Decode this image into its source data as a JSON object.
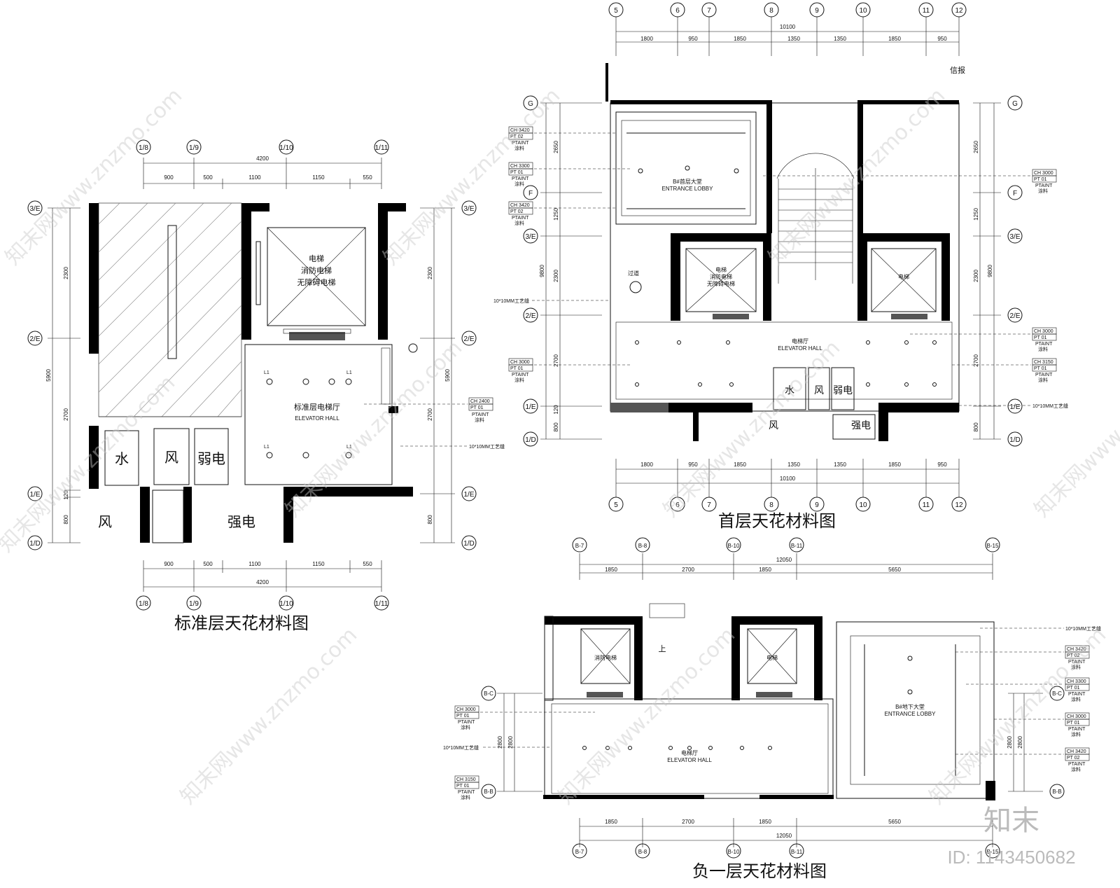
{
  "standard_floor": {
    "title": "标准层天花材料图",
    "grid_top": [
      "1/8",
      "1/9",
      "1/10",
      "1/11"
    ],
    "dims_top": [
      "900",
      "500",
      "1100",
      "1150",
      "550"
    ],
    "dim_total": "4200",
    "grid_side": [
      "3/E",
      "2/E",
      "1/E",
      "1/D"
    ],
    "dims_left": [
      "2300",
      "2700",
      "120",
      "800"
    ],
    "dim_left_total": "5900",
    "elevator_label": [
      "电梯",
      "消防电梯",
      "无障碍电梯"
    ],
    "hall_label": "标准层电梯厅",
    "hall_en": "ELEVATOR HALL",
    "shafts": [
      "水",
      "风",
      "弱电",
      "风",
      "强电"
    ],
    "tag": {
      "ch": "CH 2400",
      "pt": "PT 01",
      "paint": "PTAINT",
      "cn": "涂料"
    },
    "note": "10*10MM工艺缝",
    "lights": [
      "L1",
      "L1",
      "L1",
      "L1"
    ]
  },
  "ground_floor": {
    "title": "首层天花材料图",
    "grid_top": [
      "5",
      "6",
      "7",
      "8",
      "9",
      "10",
      "11",
      "12"
    ],
    "dims_top": [
      "1800",
      "950",
      "1850",
      "1350",
      "1350",
      "1850",
      "950"
    ],
    "dim_total": "10100",
    "grid_side": [
      "G",
      "F",
      "3/E",
      "2/E",
      "1/E",
      "1/D"
    ],
    "dims_left": [
      "2650",
      "1250",
      "2300",
      "2700",
      "120",
      "800"
    ],
    "dim_left_total": "9800",
    "lobby_label": "B#首层大堂",
    "lobby_en": "ENTRANCE LOBBY",
    "hall_label": "电梯厅",
    "hall_en": "ELEVATOR HALL",
    "elev_left": [
      "电梯",
      "消防电梯",
      "无障碍电梯"
    ],
    "elev_right": "电梯",
    "corridor": "过道",
    "shafts": [
      "水",
      "风",
      "弱电",
      "风",
      "强电"
    ],
    "mailbox": "信报",
    "note_left": "10*10MM工艺缝",
    "note_right": "10*10MM工艺缝",
    "tags_left": [
      {
        "ch": "CH 3420",
        "pt": "PT 02",
        "paint": "PTAINT",
        "cn": "涂料"
      },
      {
        "ch": "CH 3300",
        "pt": "PT 01",
        "paint": "PTAINT",
        "cn": "涂料"
      },
      {
        "ch": "CH 3420",
        "pt": "PT 02",
        "paint": "PTAINT",
        "cn": "涂料"
      },
      {
        "ch": "CH 3000",
        "pt": "PT 01",
        "paint": "PTAINT",
        "cn": "涂料"
      }
    ],
    "tags_right": [
      {
        "ch": "CH 3000",
        "pt": "PT 01",
        "paint": "PTAINT",
        "cn": "涂料"
      },
      {
        "ch": "CH 3000",
        "pt": "PT 01",
        "paint": "PTAINT",
        "cn": "涂料"
      },
      {
        "ch": "CH 3150",
        "pt": "PT 01",
        "paint": "PTAINT",
        "cn": "涂料"
      }
    ]
  },
  "basement": {
    "title": "负一层天花材料图",
    "grid_top": [
      "B-7",
      "B-8",
      "B-10",
      "B-11",
      "B-15"
    ],
    "dims_top": [
      "1850",
      "2700",
      "1850",
      "5650"
    ],
    "dim_total": "12050",
    "grid_side": [
      "B-C",
      "B-B"
    ],
    "dim_side": "2800",
    "lobby_label": "B#地下大堂",
    "lobby_en": "ENTRANCE LOBBY",
    "hall_label": "电梯厅",
    "hall_en": "ELEVATOR HALL",
    "elev_left": "消防电梯",
    "elev_right": "电梯",
    "stair_up": "上",
    "note_left": "10*10MM工艺缝",
    "note_right": "10*10MM工艺缝",
    "tags_left": [
      {
        "ch": "CH 3000",
        "pt": "PT 01",
        "paint": "PTAINT",
        "cn": "涂料"
      },
      {
        "ch": "CH 3150",
        "pt": "PT 01",
        "paint": "PTAINT",
        "cn": "涂料"
      }
    ],
    "tags_right": [
      {
        "ch": "CH 3420",
        "pt": "PT 02",
        "paint": "PTAINT",
        "cn": "涂料"
      },
      {
        "ch": "CH 3300",
        "pt": "PT 01",
        "paint": "PTAINT",
        "cn": "涂料"
      },
      {
        "ch": "CH 3000",
        "pt": "PT 01",
        "paint": "PTAINT",
        "cn": "涂料"
      },
      {
        "ch": "CH 3420",
        "pt": "PT 02",
        "paint": "PTAINT",
        "cn": "涂料"
      }
    ]
  },
  "watermark": "知末网www.znzmo.com",
  "brand": "知末",
  "brand_id": "ID: 1143450682"
}
